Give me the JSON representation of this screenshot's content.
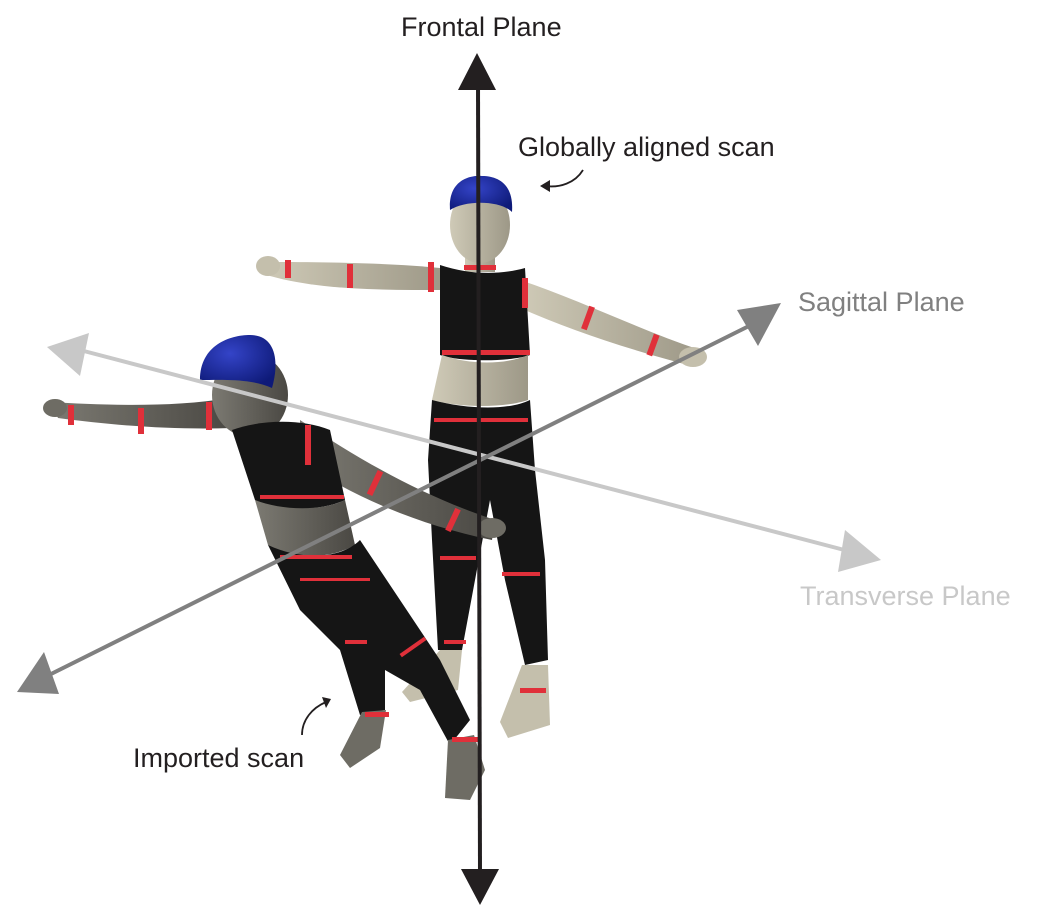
{
  "labels": {
    "frontal_plane": "Frontal Plane",
    "sagittal_plane": "Sagittal Plane",
    "transverse_plane": "Transverse Plane",
    "globally_aligned_scan": "Globally aligned scan",
    "imported_scan": "Imported scan"
  },
  "colors": {
    "frontal_axis": "#231f20",
    "sagittal_axis": "#808080",
    "transverse_axis": "#c8c8c8",
    "skin": "#b9b4a2",
    "skin_dark": "#5e5c55",
    "clothing": "#151515",
    "marker_band": "#e0303a",
    "cap": "#1a2a9a"
  },
  "icons": [
    "curved-arrow-icon",
    "arrowhead-icon"
  ]
}
